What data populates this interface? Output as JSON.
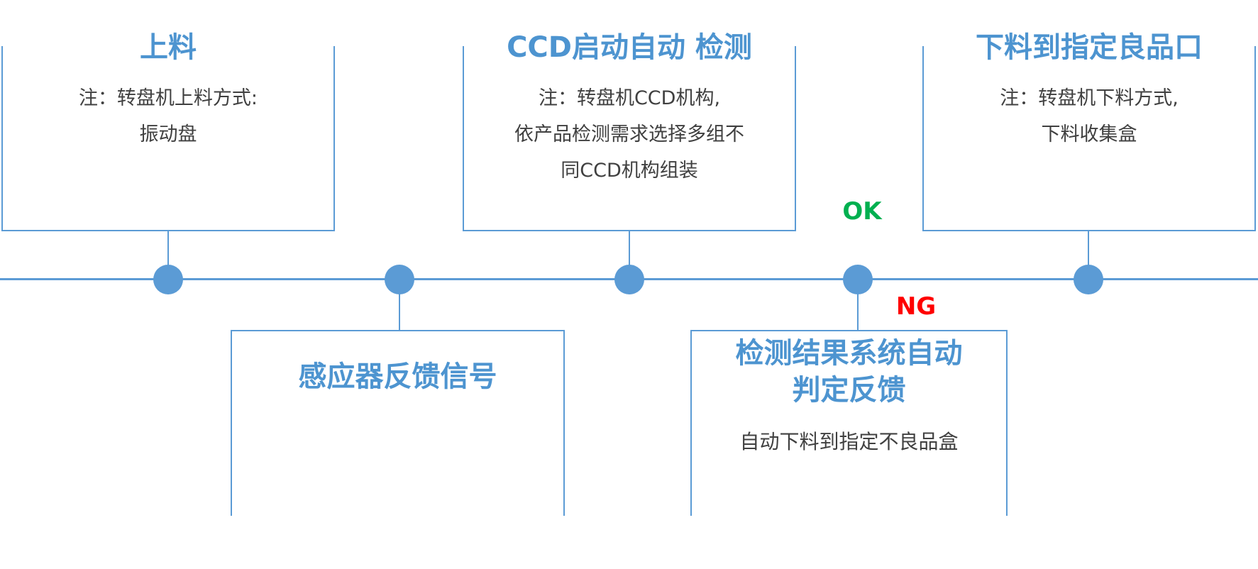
{
  "diagram": {
    "top_boxes": [
      {
        "title": "上料",
        "notes": [
          "注：转盘机上料方式:",
          "振动盘"
        ]
      },
      {
        "title": "CCD启动自动 检测",
        "notes": [
          "注：转盘机CCD机构,",
          "依产品检测需求选择多组不",
          "同CCD机构组装"
        ]
      },
      {
        "title": "下料到指定良品口",
        "notes": [
          "注：转盘机下料方式,",
          "下料收集盒"
        ]
      }
    ],
    "bottom_boxes": [
      {
        "title_lines": [
          "感应器反馈信号"
        ],
        "notes": []
      },
      {
        "title_lines": [
          "检测结果系统自动",
          "判定反馈"
        ],
        "notes": [
          "自动下料到指定不良品盒"
        ]
      }
    ],
    "branch_labels": {
      "ok": "OK",
      "ng": "NG"
    },
    "timeline": {
      "node_count": 5
    },
    "colors": {
      "line_blue": "#5B9BD5",
      "title_blue": "#4D94D0",
      "note_gray": "#404040",
      "ok_green": "#00B050",
      "ng_red": "#FF0000"
    }
  }
}
